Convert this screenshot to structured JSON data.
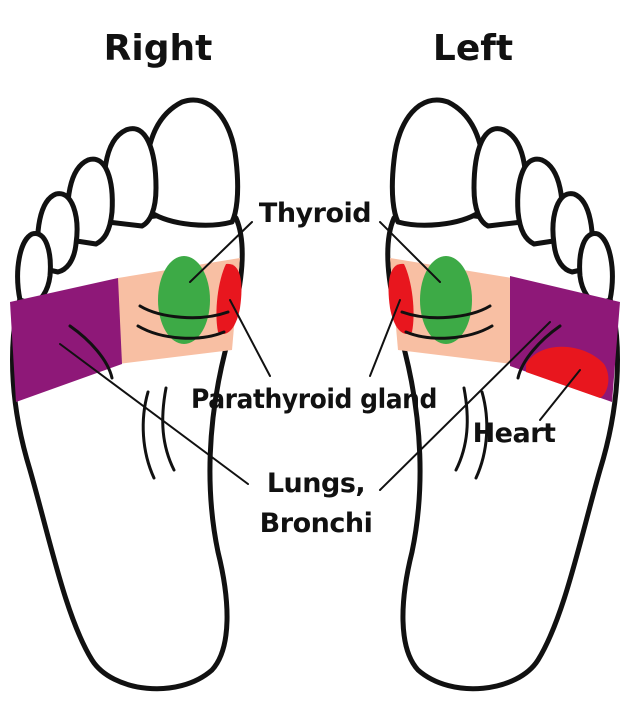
{
  "headings": {
    "right": "Right",
    "left": "Left"
  },
  "labels": {
    "thyroid": "Thyroid",
    "parathyroid": "Parathyroid gland",
    "heart": "Heart",
    "lungs_line1": "Lungs,",
    "lungs_line2": "Bronchi"
  },
  "colors": {
    "chest_band": "#F8BFA3",
    "lungs": "#8E1878",
    "thyroid": "#3DAA46",
    "parathyroid": "#E8161E",
    "heart": "#E8161E",
    "outline": "#111111"
  }
}
